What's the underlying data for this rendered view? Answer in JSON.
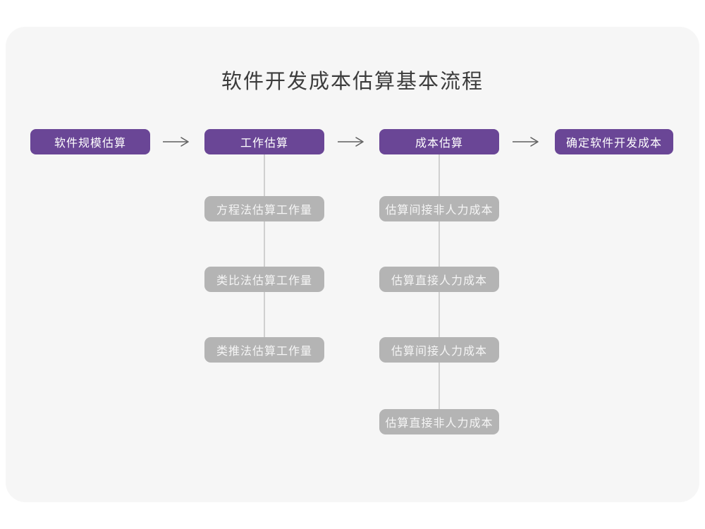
{
  "title": "软件开发成本估算基本流程",
  "flow": {
    "stages": [
      "软件规模估算",
      "工作估算",
      "成本估算",
      "确定软件开发成本"
    ],
    "work_estimation_methods": [
      "方程法估算工作量",
      "类比法估算工作量",
      "类推法估算工作量"
    ],
    "cost_estimation_steps": [
      "估算间接非人力成本",
      "估算直接人力成本",
      "估算间接人力成本",
      "估算直接非人力成本"
    ]
  },
  "colors": {
    "stage_node": "#6A4696",
    "sub_node": "#B4B4B4",
    "connector_line": "#D0D0D0",
    "arrow": "#5E5E5E",
    "card_background": "#F6F6F6",
    "title_text": "#3C3C3C"
  }
}
